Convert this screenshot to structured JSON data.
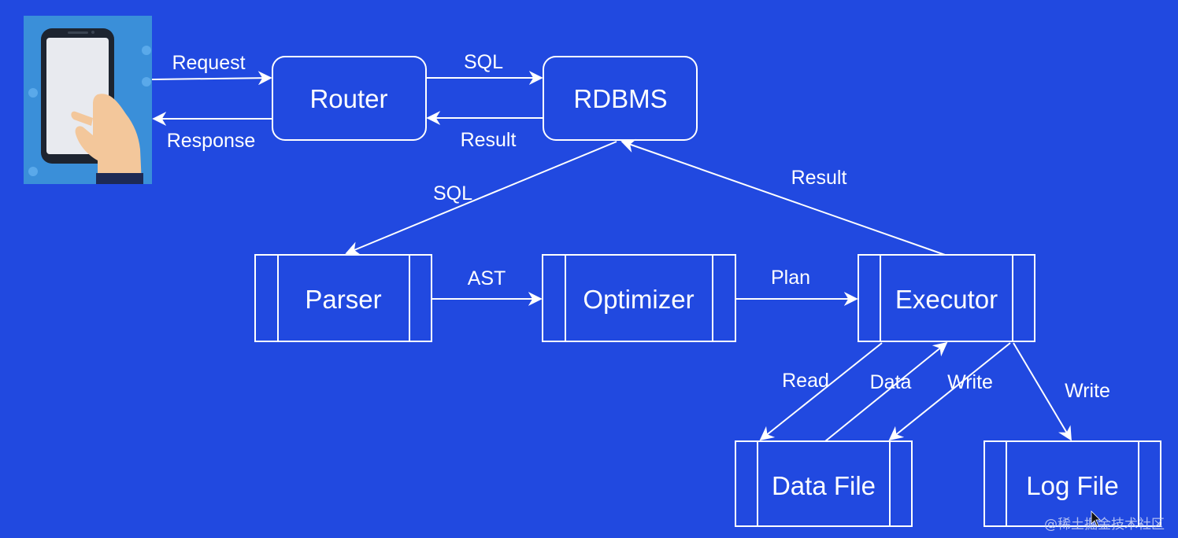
{
  "nodes": {
    "router": "Router",
    "rdbms": "RDBMS",
    "parser": "Parser",
    "optimizer": "Optimizer",
    "executor": "Executor",
    "data_file": "Data File",
    "log_file": "Log File"
  },
  "edges": {
    "request": "Request",
    "response": "Response",
    "sql_router_rdbms": "SQL",
    "result_rdbms_router": "Result",
    "sql_rdbms_parser": "SQL",
    "result_executor_rdbms": "Result",
    "ast": "AST",
    "plan": "Plan",
    "read": "Read",
    "data": "Data",
    "write_data": "Write",
    "write_log": "Write"
  },
  "watermark": "@稀土掘金技术社区",
  "colors": {
    "background": "#2149e0",
    "foreground": "#ffffff"
  },
  "icons": {
    "client": "phone-in-hand-icon"
  }
}
